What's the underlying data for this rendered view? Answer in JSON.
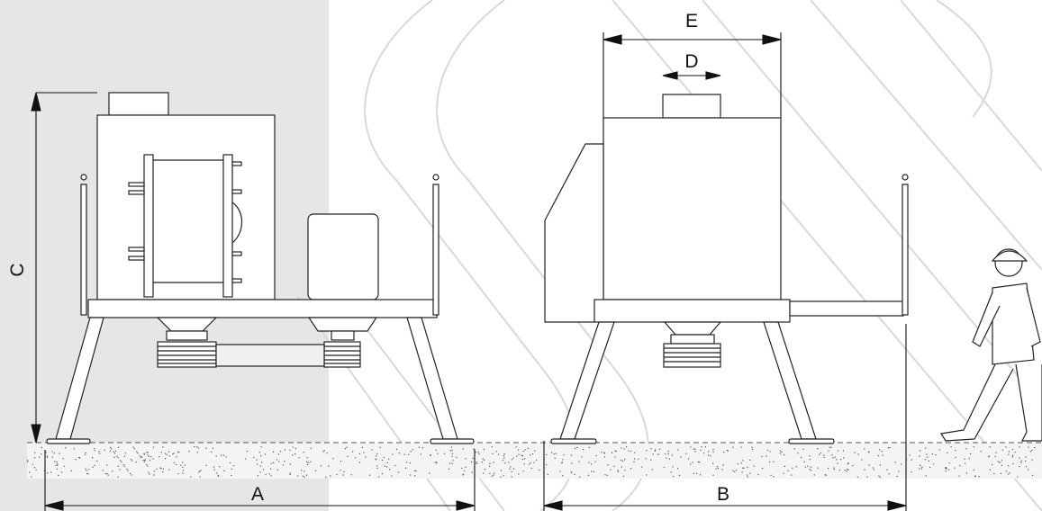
{
  "dimensions": {
    "a_label": "A",
    "b_label": "B",
    "c_label": "C",
    "d_label": "D",
    "e_label": "E"
  },
  "colors": {
    "background": "#ffffff",
    "left_panel": "#e6e6e6",
    "watermark": "#dcdcdc",
    "line": "#222222",
    "ground": "#f4f4f4"
  }
}
